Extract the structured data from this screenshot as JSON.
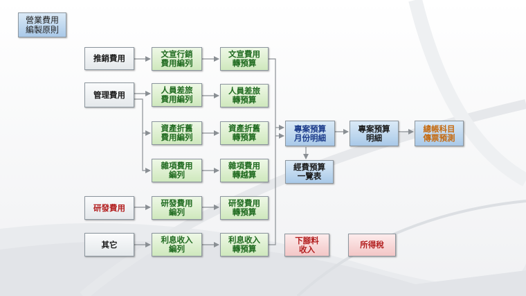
{
  "title": "營業費用\n編製原則",
  "sources": {
    "sales": "推銷費用",
    "admin": "管理費用",
    "rnd": "研發費用",
    "other": "其它"
  },
  "step1": {
    "ad_comp": "文宣行銷\n費用編列",
    "travel_comp": "人員差旅\n費用編列",
    "asset_comp": "資產折舊\n費用編列",
    "misc_comp": "雜項費用\n編列",
    "rnd_comp": "研發費用\n編列",
    "interest_comp": "利息收入\n編列"
  },
  "step2": {
    "ad_trans": "文宣費用\n轉預算",
    "travel_trans": "人員差旅\n轉預算",
    "asset_trans": "資產折舊\n轉預算",
    "misc_trans": "雜項費用\n轉越算",
    "rnd_trans": "研發費用\n轉預算",
    "interest_trans": "利息收入\n轉預算"
  },
  "project_monthly": "專案預算\n月份明細",
  "project_detail": "專案預算\n明細",
  "ledger": "總帳科目\n傳票預測",
  "overview": "經費預算\n一覽表",
  "nonop_income": "下腳料\n收入",
  "income_tax": "所得稅"
}
